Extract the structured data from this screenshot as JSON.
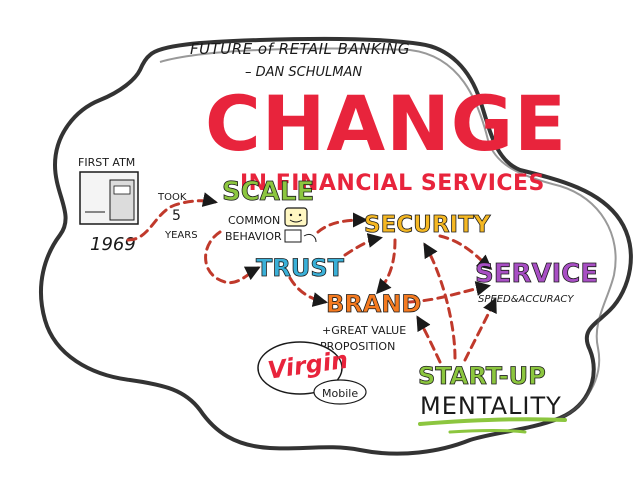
{
  "header": {
    "title": "FUTURE of RETAIL BANKING",
    "author": "– DAN SCHULMAN"
  },
  "headline": {
    "main": "CHANGE",
    "sub": "IN FINANCIAL SERVICES"
  },
  "atm": {
    "label_line1": "FIRST ATM",
    "year": "1969",
    "took_line1": "TOOK",
    "took_line2": "5",
    "took_line3": "YEARS"
  },
  "nodes": {
    "scale": "SCALE",
    "common_behavior_line1": "COMMON",
    "common_behavior_line2": "BEHAVIOR",
    "trust": "TRUST",
    "security": "SECURITY",
    "service": "SERVICE",
    "service_sub": "SPEED&ACCURACY",
    "brand": "BRAND",
    "brand_sub_line1": "+GREAT VALUE",
    "brand_sub_line2": "PROPOSITION",
    "startup": "START-UP",
    "mentality": "MENTALITY"
  },
  "logo": {
    "virgin": "Virgin",
    "mobile": "Mobile"
  },
  "colors": {
    "red": "#e8243c",
    "green": "#8cc63f",
    "blue": "#3ab0d8",
    "yellow": "#f5b823",
    "purple": "#a84fc4",
    "orange": "#f47a20",
    "ink": "#1a1a1a",
    "arrow": "#c0392b",
    "cloud_stroke": "#333333"
  }
}
